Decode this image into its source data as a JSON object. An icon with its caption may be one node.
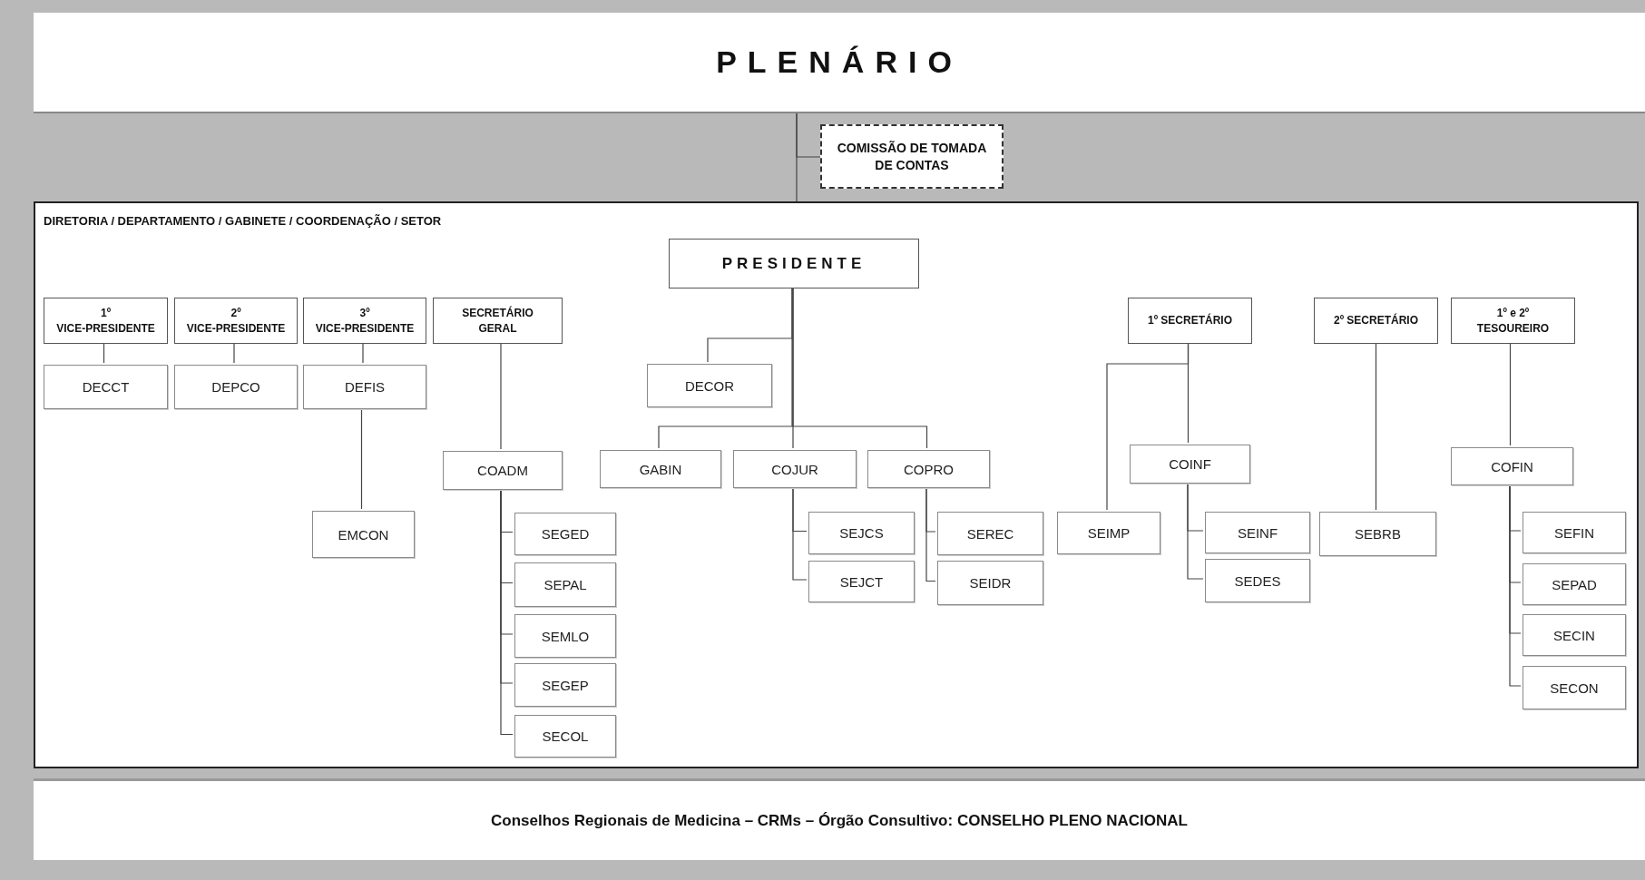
{
  "diagram": {
    "nodes": [
      {
        "text": [
          "PLENÁRIO"
        ]
      },
      {
        "text": [
          "COMISSÃO DE TOMADA DE CONTAS"
        ]
      },
      {
        "text": [
          "DIRETORIA / DEPARTAMENTO / GABINETE / COORDENAÇÃO / SETOR"
        ]
      },
      {
        "text": [
          "PRESIDENTE"
        ],
        "in": 2
      },
      {
        "text": [
          "1º VICE-PRESIDENTE"
        ],
        "in": 2
      },
      {
        "text": [
          "2º VICE-PRESIDENTE"
        ],
        "in": 2
      },
      {
        "text": [
          "3º VICE-PRESIDENTE"
        ],
        "in": 2
      },
      {
        "text": [
          "SECRETÁRIO GERAL"
        ],
        "in": 2
      },
      {
        "text": [
          "1º SECRETÁRIO"
        ],
        "in": 2
      },
      {
        "text": [
          "2º SECRETÁRIO"
        ],
        "in": 2
      },
      {
        "text": [
          "1º e 2º TESOUREIRO"
        ],
        "in": 2
      },
      {
        "text": [
          "DECCT"
        ],
        "in": 2
      },
      {
        "text": [
          "DEPCO"
        ],
        "in": 2
      },
      {
        "text": [
          "DEFIS"
        ],
        "in": 2
      },
      {
        "text": [
          "DECOR"
        ],
        "in": 2
      },
      {
        "text": [
          "COADM"
        ],
        "in": 2
      },
      {
        "text": [
          "GABIN"
        ],
        "in": 2
      },
      {
        "text": [
          "COJUR"
        ],
        "in": 2
      },
      {
        "text": [
          "COPRO"
        ],
        "in": 2
      },
      {
        "text": [
          "COINF"
        ],
        "in": 2
      },
      {
        "text": [
          "COFIN"
        ],
        "in": 2
      },
      {
        "text": [
          "EMCON"
        ],
        "in": 2
      },
      {
        "text": [
          "SEGED"
        ],
        "in": 2
      },
      {
        "text": [
          "SEJCS"
        ],
        "in": 2
      },
      {
        "text": [
          "SEREC"
        ],
        "in": 2
      },
      {
        "text": [
          "SEIMP"
        ],
        "in": 2
      },
      {
        "text": [
          "SEINF"
        ],
        "in": 2
      },
      {
        "text": [
          "SEBRB"
        ],
        "in": 2
      },
      {
        "text": [
          "SEFIN"
        ],
        "in": 2
      },
      {
        "text": [
          "SEPAL"
        ],
        "in": 2
      },
      {
        "text": [
          "SEJCT"
        ],
        "in": 2
      },
      {
        "text": [
          "SEIDR"
        ],
        "in": 2
      },
      {
        "text": [
          "SEDES"
        ],
        "in": 2
      },
      {
        "text": [
          "SEPAD"
        ],
        "in": 2
      },
      {
        "text": [
          "SEMLO"
        ],
        "in": 2
      },
      {
        "text": [
          "SECIN"
        ],
        "in": 2
      },
      {
        "text": [
          "SEGEP"
        ],
        "in": 2
      },
      {
        "text": [
          "SECON"
        ],
        "in": 2
      },
      {
        "text": [
          "SECOL"
        ],
        "in": 2
      },
      {
        "text": [
          "Conselhos Regionais de Medicina – CRMs – Órgão Consultivo: CONSELHO PLENO NACIONAL"
        ]
      }
    ],
    "edges": [
      {
        "from": 0,
        "to": 2,
        "arrow": "none"
      },
      {
        "from": 0,
        "to": 1,
        "arrow": "none"
      },
      {
        "from": 3,
        "to": 14,
        "arrow": "none"
      },
      {
        "from": 3,
        "to": 16,
        "arrow": "none"
      },
      {
        "from": 3,
        "to": 17,
        "arrow": "none"
      },
      {
        "from": 3,
        "to": 18,
        "arrow": "none"
      },
      {
        "from": 4,
        "to": 11,
        "arrow": "none"
      },
      {
        "from": 5,
        "to": 12,
        "arrow": "none"
      },
      {
        "from": 6,
        "to": 13,
        "arrow": "none"
      },
      {
        "from": 13,
        "to": 21,
        "arrow": "none"
      },
      {
        "from": 7,
        "to": 15,
        "arrow": "none"
      },
      {
        "from": 15,
        "to": 22,
        "arrow": "none"
      },
      {
        "from": 15,
        "to": 29,
        "arrow": "none"
      },
      {
        "from": 15,
        "to": 34,
        "arrow": "none"
      },
      {
        "from": 15,
        "to": 36,
        "arrow": "none"
      },
      {
        "from": 15,
        "to": 38,
        "arrow": "none"
      },
      {
        "from": 17,
        "to": 23,
        "arrow": "none"
      },
      {
        "from": 17,
        "to": 30,
        "arrow": "none"
      },
      {
        "from": 18,
        "to": 24,
        "arrow": "none"
      },
      {
        "from": 18,
        "to": 31,
        "arrow": "none"
      },
      {
        "from": 8,
        "to": 19,
        "arrow": "none"
      },
      {
        "from": 8,
        "to": 25,
        "arrow": "none"
      },
      {
        "from": 19,
        "to": 26,
        "arrow": "none"
      },
      {
        "from": 19,
        "to": 32,
        "arrow": "none"
      },
      {
        "from": 9,
        "to": 27,
        "arrow": "none"
      },
      {
        "from": 10,
        "to": 20,
        "arrow": "none"
      },
      {
        "from": 20,
        "to": 28,
        "arrow": "none"
      },
      {
        "from": 20,
        "to": 33,
        "arrow": "none"
      },
      {
        "from": 20,
        "to": 35,
        "arrow": "none"
      },
      {
        "from": 20,
        "to": 37,
        "arrow": "none"
      }
    ]
  }
}
